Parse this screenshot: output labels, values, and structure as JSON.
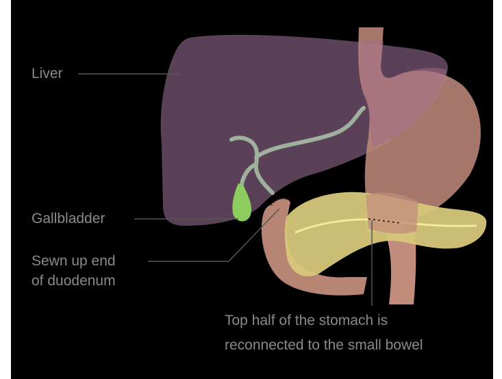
{
  "diagram": {
    "labels": {
      "liver": "Liver",
      "gallbladder": "Gallbladder",
      "duodenum_line1": "Sewn up end",
      "duodenum_line2": "of duodenum",
      "stomach_line1": "Top half of the stomach is",
      "stomach_line2": "reconnected to the small bowel"
    },
    "colors": {
      "background": "#000000",
      "liver": "#5a4157",
      "stomach": "#c28c7c",
      "duodenum": "#b88474",
      "pancreas": "#d6c77a",
      "bile_duct": "#9fb19c",
      "gallbladder": "#8dcc5e",
      "label_text": "#8a8a8a",
      "leader_line": "#555555"
    }
  }
}
